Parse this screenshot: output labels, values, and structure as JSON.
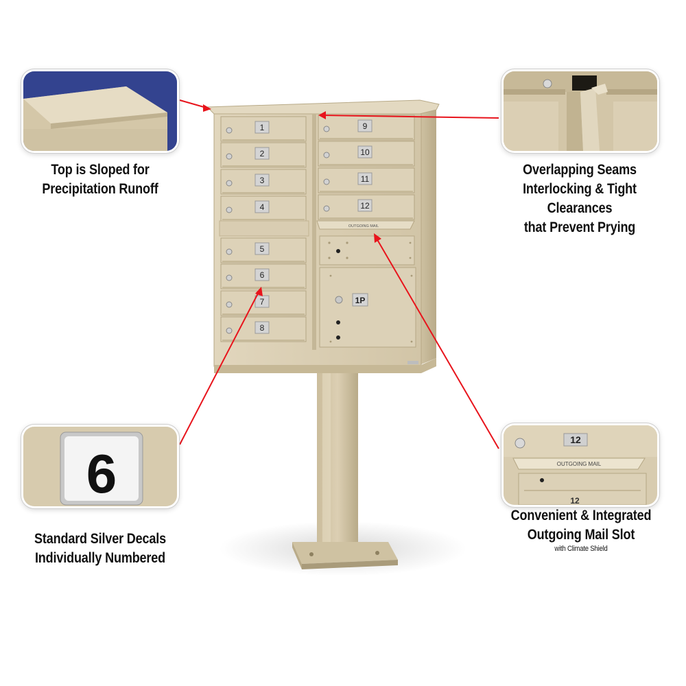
{
  "callouts": {
    "top": {
      "icon": "sloped-roof-closeup",
      "line1": "Top is Sloped for",
      "line2": "Precipitation Runoff"
    },
    "seams": {
      "icon": "interlocking-seam-closeup",
      "line1": "Overlapping Seams",
      "line2": "Interlocking & Tight Clearances",
      "line3": "that Prevent Prying"
    },
    "decals": {
      "icon": "number-decal-closeup",
      "decal_number": "6",
      "line1": "Standard Silver Decals",
      "line2": "Individually Numbered"
    },
    "outgoing": {
      "icon": "outgoing-slot-closeup",
      "line1": "Convenient & Integrated",
      "line2": "Outgoing Mail Slot",
      "line3": "with Climate Shield",
      "door_number": "12",
      "slot_label": "OUTGOING MAIL",
      "partial_number": "12"
    }
  },
  "mailbox": {
    "left_doors": [
      "1",
      "2",
      "3",
      "4",
      "5",
      "6",
      "7",
      "8"
    ],
    "right_doors": [
      "9",
      "10",
      "11",
      "12"
    ],
    "parcel_label": "1P",
    "slot_label": "OUTGOING MAIL"
  },
  "colors": {
    "body": "#d8ccb0",
    "shade": "#c4b797",
    "dark": "#a89a78",
    "arrow": "#e8141c",
    "decal": "#d4d4d4"
  }
}
